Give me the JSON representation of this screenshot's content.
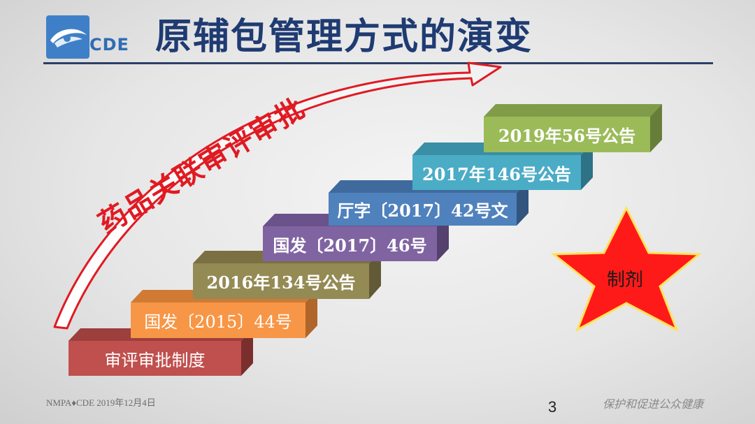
{
  "header": {
    "title": "原辅包管理方式的演变",
    "logo_text": "CDE"
  },
  "arc": {
    "label": "药品关联审评审批",
    "color": "#e01a22"
  },
  "steps": [
    {
      "label": "审评审批制度",
      "color": "#c0504d"
    },
    {
      "label": "国发〔2015〕44号",
      "color": "#f79646"
    },
    {
      "label": "2016年134号公告",
      "color": "#948a54"
    },
    {
      "label": "国发〔2017〕46号",
      "color": "#8064a2"
    },
    {
      "label": "厅字〔2017〕42号文",
      "color": "#4f81bd"
    },
    {
      "label": "2017年146号公告",
      "color": "#4bacc6"
    },
    {
      "label": "2019年56号公告",
      "color": "#9bbb59"
    }
  ],
  "star": {
    "label": "制剂",
    "color": "#ff1a1a"
  },
  "footer": {
    "left": "NMPA♦CDE  2019年12月4日",
    "page": "3",
    "right": "保护和促进公众健康"
  }
}
